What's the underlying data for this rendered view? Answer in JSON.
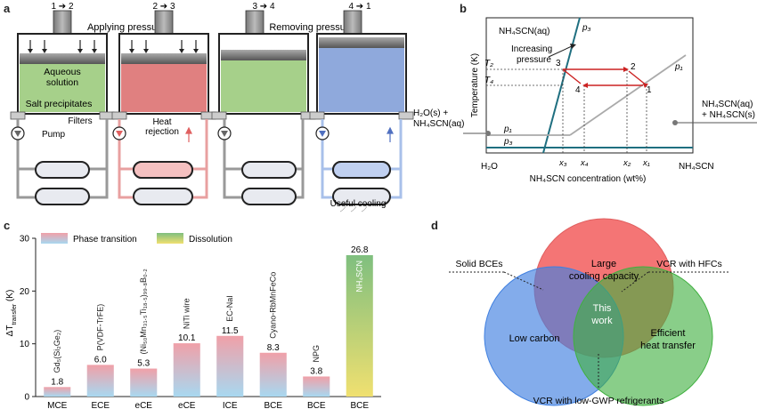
{
  "panel_labels": {
    "a": "a",
    "b": "b",
    "c": "c",
    "d": "d"
  },
  "panel_a": {
    "steps": [
      "1 ➔ 2",
      "2 ➔ 3",
      "3 ➔ 4",
      "4 ➔ 1"
    ],
    "applying_pressure": "Applying pressure",
    "removing_pressure": "Removing pressure",
    "aqueous_solution_l1": "Aqueous",
    "aqueous_solution_l2": "solution",
    "salt_precipitates": "Salt precipitates",
    "filters": "Filters",
    "pump": "Pump",
    "heat_rejection_l1": "Heat",
    "heat_rejection_l2": "rejection",
    "useful_cooling": "Useful cooling",
    "colors": {
      "green": "#a6d08a",
      "red": "#e08080",
      "blue": "#8fa9dc"
    }
  },
  "panel_b": {
    "ylabel": "Temperature (K)",
    "xlabel": "NH₄SCN concentration (wt%)",
    "x_left": "H₂O",
    "x_right": "NH₄SCN",
    "nh4scn_aq": "NH₄SCN(aq)",
    "p3": "p₃",
    "p1": "p₁",
    "increasing_pressure_l1": "Increasing",
    "increasing_pressure_l2": "pressure",
    "T2": "T₂",
    "T4": "T₄",
    "points": [
      "1",
      "2",
      "3",
      "4"
    ],
    "x_ticks": [
      "x₃",
      "x₄",
      "x₂",
      "x₁"
    ],
    "left_label_l1": "H₂O(s) +",
    "left_label_l2": "NH₄SCN(aq)",
    "right_label_l1": "NH₄SCN(aq)",
    "right_label_l2": "+ NH₄SCN(s)",
    "p1_line": "p₁",
    "p3_line": "p₃"
  },
  "chart_data": {
    "type": "bar",
    "categories": [
      "MCE",
      "ECE",
      "eCE",
      "eCE",
      "ICE",
      "BCE",
      "BCE",
      "BCE"
    ],
    "bar_labels": [
      "Gd₅(Si₂Ge₂)",
      "P(VDF-TrFE)",
      "(Ni₅₀Mn₃₁.₅Ti₁₈.₅)₉₉.₈B₀.₂",
      "NiTi wire",
      "EC-NaI",
      "Cyano-RbMnFeCo",
      "NPG",
      "NH₄SCN"
    ],
    "values": [
      1.8,
      6.0,
      5.3,
      10.1,
      11.5,
      8.3,
      3.8,
      26.8
    ],
    "value_labels": [
      "1.8",
      "6.0",
      "5.3",
      "10.1",
      "11.5",
      "8.3",
      "3.8",
      "26.8"
    ],
    "series_kinds": [
      "phase",
      "phase",
      "phase",
      "phase",
      "phase",
      "phase",
      "phase",
      "dissolution"
    ],
    "legend": [
      "Phase transition",
      "Dissolution"
    ],
    "ylabel": "ΔT_transfer (K)",
    "yticks": [
      "0",
      "10",
      "20",
      "30"
    ],
    "ylim": [
      0,
      30
    ],
    "colors": {
      "phase_top": "#f0a0a8",
      "phase_bottom": "#a8d8f0",
      "diss_top": "#7fbf7f",
      "diss_bottom": "#f0e070"
    }
  },
  "panel_d": {
    "large_cooling_l1": "Large",
    "large_cooling_l2": "cooling capacity",
    "low_carbon": "Low carbon",
    "efficient_l1": "Efficient",
    "efficient_l2": "heat transfer",
    "this_work_l1": "This",
    "this_work_l2": "work",
    "solid_bces": "Solid BCEs",
    "vcr_hfcs": "VCR with HFCs",
    "vcr_low_gwp": "VCR with low-GWP refrigerants",
    "colors": {
      "red": "#f04040",
      "blue": "#4080e0",
      "green": "#40b040"
    }
  }
}
